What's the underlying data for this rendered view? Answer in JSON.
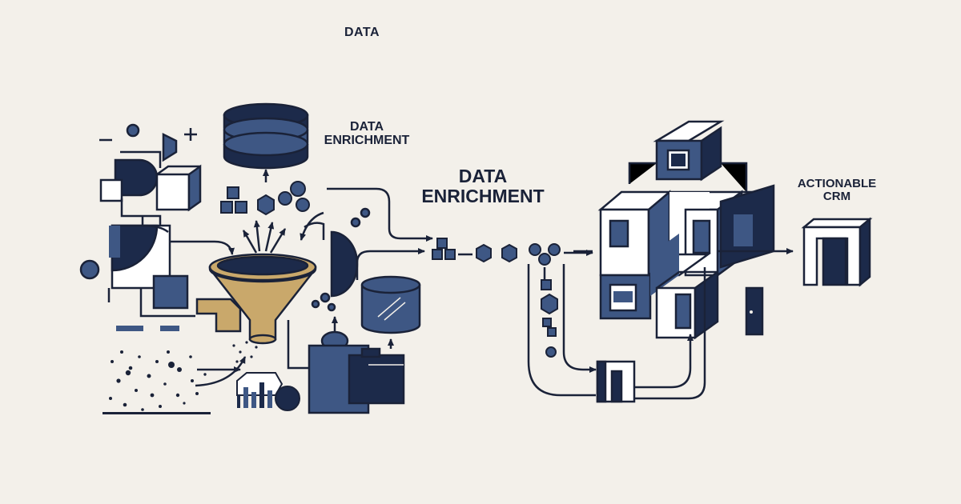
{
  "labels": {
    "top": "DATA",
    "database": [
      "DATA",
      "ENRICHMENT"
    ],
    "center": [
      "DATA",
      "ENRICHMENT"
    ],
    "output": [
      "ACTIONABLE",
      "CRM"
    ]
  },
  "colors": {
    "background": "#f3f0ea",
    "ink": "#1a2238",
    "navy": "#3e5784",
    "navy_dark": "#1c2a4a",
    "funnel_gold": "#c9a86b",
    "paper": "#ffffff"
  }
}
